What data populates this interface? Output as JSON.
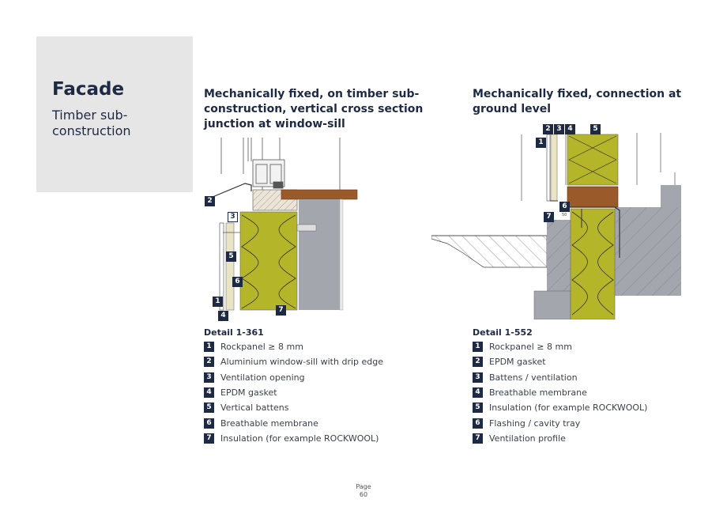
{
  "sidebar": {
    "title": "Facade",
    "subtitle": "Timber sub-construction"
  },
  "left": {
    "heading": "Mechanically fixed, on timber sub-construction, vertical cross section junction at window-sill",
    "detail_title": "Detail 1-361",
    "items": [
      {
        "num": "1",
        "label": "Rockpanel ≥ 8 mm"
      },
      {
        "num": "2",
        "label": "Aluminium window-sill with drip edge"
      },
      {
        "num": "3",
        "label": "Ventilation opening"
      },
      {
        "num": "4",
        "label": "EPDM gasket"
      },
      {
        "num": "5",
        "label": "Vertical battens"
      },
      {
        "num": "6",
        "label": "Breathable membrane"
      },
      {
        "num": "7",
        "label": "Insulation (for example ROCKWOOL)"
      }
    ],
    "callouts": [
      "2",
      "3",
      "5",
      "6",
      "1",
      "4",
      "7"
    ]
  },
  "right": {
    "heading": "Mechanically fixed, connection at ground level",
    "detail_title": "Detail 1-552",
    "items": [
      {
        "num": "1",
        "label": "Rockpanel ≥ 8 mm"
      },
      {
        "num": "2",
        "label": "EPDM gasket"
      },
      {
        "num": "3",
        "label": "Battens / ventilation"
      },
      {
        "num": "4",
        "label": "Breathable membrane"
      },
      {
        "num": "5",
        "label": "Insulation (for example ROCKWOOL)"
      },
      {
        "num": "6",
        "label": "Flashing / cavity tray"
      },
      {
        "num": "7",
        "label": "Ventilation profile"
      }
    ],
    "callouts": [
      "2",
      "3",
      "4",
      "5",
      "1",
      "6",
      "7"
    ],
    "dimension_note": "50"
  },
  "footer": {
    "page_label": "Page",
    "page_number": "60"
  },
  "colors": {
    "navy": "#1e2a44",
    "insulation": "#b5b52a",
    "timber": "#9a5a2a",
    "concrete": "#a3a7ad",
    "sidebar": "#e6e6e6"
  }
}
